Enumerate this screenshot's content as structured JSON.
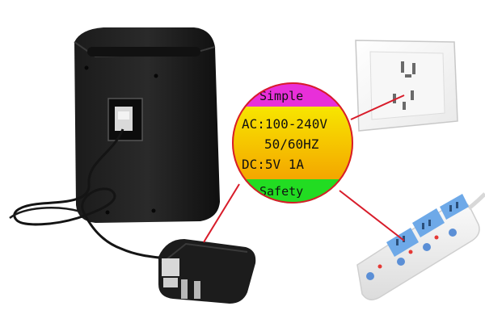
{
  "badge": {
    "top_label": "Simple",
    "ac_line": "AC:100-240V",
    "freq_line": "50/60HZ",
    "dc_line": "DC:5V 1A",
    "bottom_label": "Safety"
  },
  "colors": {
    "top_band": "#e82fd9",
    "middle_band": "#f7e600",
    "middle_band_low": "#f4a600",
    "bottom_band": "#22dc22",
    "ring": "#d81c2a",
    "connector_line": "#d81c2a"
  }
}
